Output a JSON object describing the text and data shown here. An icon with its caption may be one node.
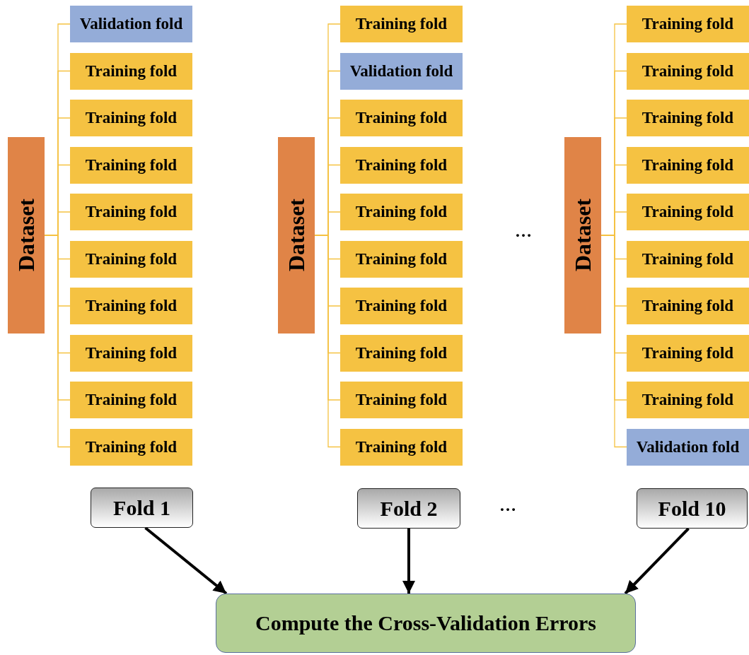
{
  "diagram": {
    "nodes": [
      {
        "text": [
          "Dataset"
        ]
      },
      {
        "text": [
          "Validation fold"
        ]
      },
      {
        "text": [
          "Training fold"
        ]
      },
      {
        "text": [
          "Training fold"
        ]
      },
      {
        "text": [
          "Training fold"
        ]
      },
      {
        "text": [
          "Training fold"
        ]
      },
      {
        "text": [
          "Training fold"
        ]
      },
      {
        "text": [
          "Training fold"
        ]
      },
      {
        "text": [
          "Training fold"
        ]
      },
      {
        "text": [
          "Training fold"
        ]
      },
      {
        "text": [
          "Training fold"
        ]
      },
      {
        "text": [
          "Dataset"
        ]
      },
      {
        "text": [
          "Training fold"
        ]
      },
      {
        "text": [
          "Validation fold"
        ]
      },
      {
        "text": [
          "Training fold"
        ]
      },
      {
        "text": [
          "Training fold"
        ]
      },
      {
        "text": [
          "Training fold"
        ]
      },
      {
        "text": [
          "Training fold"
        ]
      },
      {
        "text": [
          "Training fold"
        ]
      },
      {
        "text": [
          "Training fold"
        ]
      },
      {
        "text": [
          "Training fold"
        ]
      },
      {
        "text": [
          "Training fold"
        ]
      },
      {
        "text": [
          "Dataset"
        ]
      },
      {
        "text": [
          "Training fold"
        ]
      },
      {
        "text": [
          "Training fold"
        ]
      },
      {
        "text": [
          "Training fold"
        ]
      },
      {
        "text": [
          "Training fold"
        ]
      },
      {
        "text": [
          "Training fold"
        ]
      },
      {
        "text": [
          "Training fold"
        ]
      },
      {
        "text": [
          "Training fold"
        ]
      },
      {
        "text": [
          "Training fold"
        ]
      },
      {
        "text": [
          "Training fold"
        ]
      },
      {
        "text": [
          "Validation fold"
        ]
      },
      {
        "text": [
          "Fold 1"
        ]
      },
      {
        "text": [
          "Fold 2"
        ]
      },
      {
        "text": [
          "Fold 10"
        ]
      },
      {
        "text": [
          "Compute the Cross-Validation Errors"
        ]
      }
    ],
    "edges": [
      {
        "from": 0,
        "to": 1,
        "arrow": "none"
      },
      {
        "from": 0,
        "to": 2,
        "arrow": "none"
      },
      {
        "from": 0,
        "to": 3,
        "arrow": "none"
      },
      {
        "from": 0,
        "to": 4,
        "arrow": "none"
      },
      {
        "from": 0,
        "to": 5,
        "arrow": "none"
      },
      {
        "from": 0,
        "to": 6,
        "arrow": "none"
      },
      {
        "from": 0,
        "to": 7,
        "arrow": "none"
      },
      {
        "from": 0,
        "to": 8,
        "arrow": "none"
      },
      {
        "from": 0,
        "to": 9,
        "arrow": "none"
      },
      {
        "from": 0,
        "to": 10,
        "arrow": "none"
      },
      {
        "from": 11,
        "to": 12,
        "arrow": "none"
      },
      {
        "from": 11,
        "to": 13,
        "arrow": "none"
      },
      {
        "from": 11,
        "to": 14,
        "arrow": "none"
      },
      {
        "from": 11,
        "to": 15,
        "arrow": "none"
      },
      {
        "from": 11,
        "to": 16,
        "arrow": "none"
      },
      {
        "from": 11,
        "to": 17,
        "arrow": "none"
      },
      {
        "from": 11,
        "to": 18,
        "arrow": "none"
      },
      {
        "from": 11,
        "to": 19,
        "arrow": "none"
      },
      {
        "from": 11,
        "to": 20,
        "arrow": "none"
      },
      {
        "from": 11,
        "to": 21,
        "arrow": "none"
      },
      {
        "from": 22,
        "to": 23,
        "arrow": "none"
      },
      {
        "from": 22,
        "to": 24,
        "arrow": "none"
      },
      {
        "from": 22,
        "to": 25,
        "arrow": "none"
      },
      {
        "from": 22,
        "to": 26,
        "arrow": "none"
      },
      {
        "from": 22,
        "to": 27,
        "arrow": "none"
      },
      {
        "from": 22,
        "to": 28,
        "arrow": "none"
      },
      {
        "from": 22,
        "to": 29,
        "arrow": "none"
      },
      {
        "from": 22,
        "to": 30,
        "arrow": "none"
      },
      {
        "from": 22,
        "to": 31,
        "arrow": "none"
      },
      {
        "from": 22,
        "to": 32,
        "arrow": "none"
      },
      {
        "from": 33,
        "to": 36,
        "arrow": "to",
        "style": "thick",
        "color": "#000000"
      },
      {
        "from": 34,
        "to": 36,
        "arrow": "to",
        "style": "thick",
        "color": "#000000"
      },
      {
        "from": 35,
        "to": 36,
        "arrow": "to",
        "style": "thick",
        "color": "#000000"
      }
    ],
    "labels": [
      "…",
      "…"
    ]
  }
}
